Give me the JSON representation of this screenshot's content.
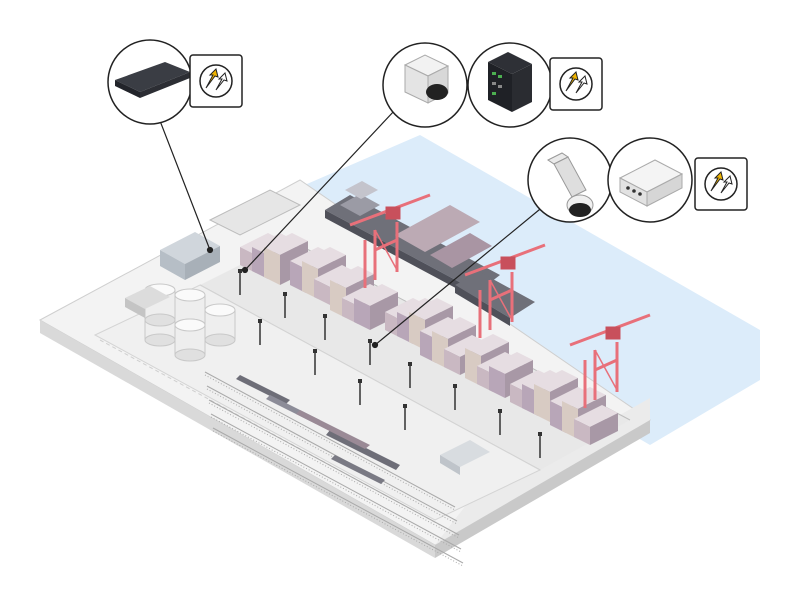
{
  "colors": {
    "background": "#ffffff",
    "water": "#dcecfa",
    "ground_top": "#f3f3f3",
    "ground_side_left": "#d9d9d9",
    "ground_side_right": "#c9c9c9",
    "road": "#e6e6e6",
    "crane": "#e8707a",
    "crane_dark": "#c8505c",
    "container_a": "#c9b8c2",
    "container_b": "#b8a6b8",
    "container_c": "#d8cbc3",
    "ship_hull": "#6f7079",
    "ship_deck": "#9b9ba5",
    "outline": "#3a3a3a",
    "callout_ring": "#222222",
    "upgrade_arrow": "#f0b400"
  },
  "callouts": [
    {
      "id": "recorder",
      "devices": [
        "network-video-recorder"
      ],
      "upgrade_icon": true
    },
    {
      "id": "camera-switch",
      "devices": [
        "dome-camera",
        "industrial-switch"
      ],
      "upgrade_icon": true
    },
    {
      "id": "ptz-encoder",
      "devices": [
        "ptz-camera",
        "video-encoder"
      ],
      "upgrade_icon": true
    }
  ],
  "scene": {
    "cranes": 3,
    "container_blocks": 8,
    "ships": 2,
    "storage_tanks": 5,
    "rail_tracks": 5
  }
}
